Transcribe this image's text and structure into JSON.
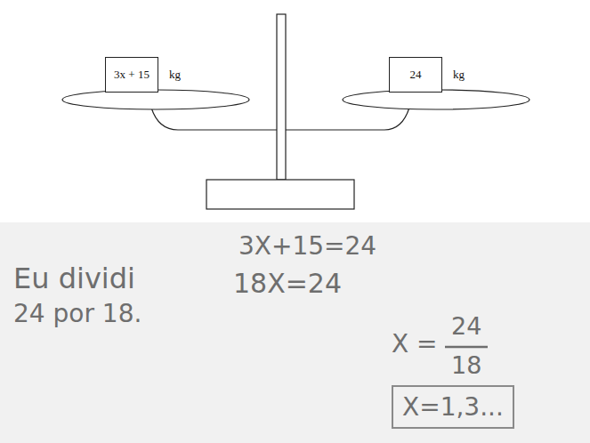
{
  "diagram": {
    "nodes": [
      {
        "text": [
          "3x + 15",
          "kg"
        ]
      },
      {
        "text": [
          "24",
          "kg"
        ]
      },
      {
        "text": [
          "X=1,3..."
        ]
      }
    ],
    "labels": [
      "3X+15=24",
      "Eu dividi",
      "18X=24",
      "24 por 18.",
      "X =",
      "24",
      "18"
    ]
  }
}
